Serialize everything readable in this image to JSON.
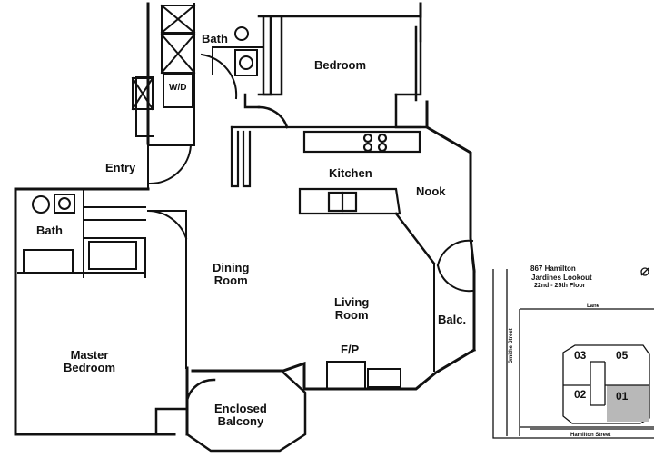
{
  "floor_plan": {
    "rooms": {
      "bath_top": "Bath",
      "bedroom": "Bedroom",
      "entry": "Entry",
      "kitchen": "Kitchen",
      "nook": "Nook",
      "bath_left": "Bath",
      "dining_line1": "Dining",
      "dining_line2": "Room",
      "living_line1": "Living",
      "living_line2": "Room",
      "balcony": "Balc.",
      "fireplace": "F/P",
      "master_line1": "Master",
      "master_line2": "Bedroom",
      "enclosed_line1": "Enclosed",
      "enclosed_line2": "Balcony"
    },
    "appliances": {
      "washer_dryer": "W/D"
    }
  },
  "key_plan": {
    "address": "867 Hamilton",
    "building": "Jardines Lookout",
    "floors": "22nd - 25th Floor",
    "lane": "Lane",
    "side_street": "Smithe Street",
    "front_street": "Hamilton Street",
    "units": [
      "03",
      "05",
      "02",
      "01"
    ],
    "highlighted_unit": "01",
    "highlight_color": "#b8b8b8"
  }
}
